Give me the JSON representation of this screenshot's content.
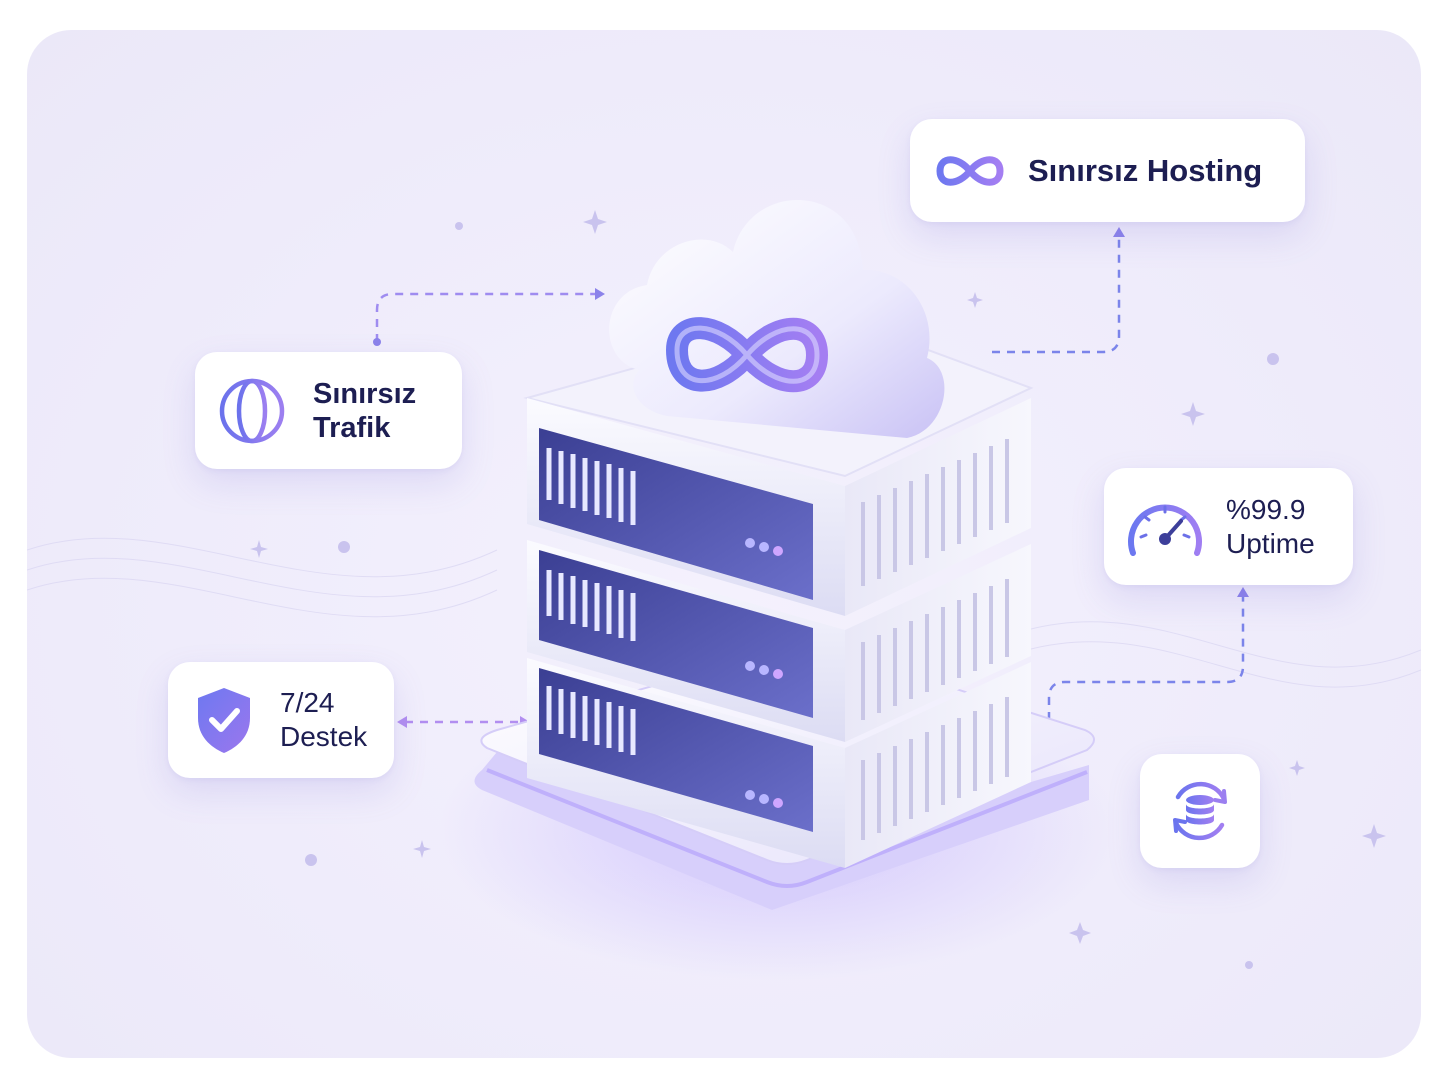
{
  "cards": {
    "hosting": {
      "label": "Sınırsız Hosting",
      "icon": "infinity-icon"
    },
    "trafik": {
      "line1": "Sınırsız",
      "line2": "Trafik",
      "icon": "globe-icon"
    },
    "uptime": {
      "line1": "%99.9",
      "line2": "Uptime",
      "icon": "speedometer-icon"
    },
    "destek": {
      "line1": "7/24",
      "line2": "Destek",
      "icon": "shield-check-icon"
    },
    "backup": {
      "icon": "database-sync-icon"
    }
  },
  "illustration": {
    "subject": "server-stack-icon",
    "cloud": "cloud-infinity-icon",
    "server_units": 3
  },
  "colors": {
    "accent": "#6f63e6",
    "accent_light": "#a68cf5",
    "text": "#1d1e52",
    "background": "#efecfb"
  }
}
